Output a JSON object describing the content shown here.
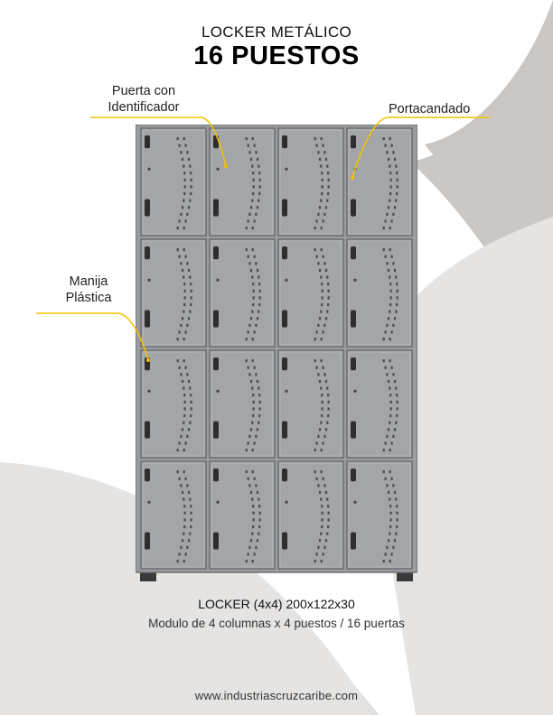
{
  "header": {
    "subtitle": "LOCKER METÁLICO",
    "title": "16 PUESTOS"
  },
  "callouts": {
    "door_id_line1": "Puerta con",
    "door_id_line2": "Identificador",
    "padlock": "Portacandado",
    "handle_line1": "Manija",
    "handle_line2": "Plástica"
  },
  "product": {
    "model": "LOCKER (4x4) 200x122x30",
    "description": "Modulo de 4 columnas x 4 puestos / 16 puertas"
  },
  "footer": {
    "website": "www.industriascruzcaribe.com"
  },
  "colors": {
    "accent": "#f2c200",
    "locker_body": "#9a9c9f",
    "door": "#a3a5a8",
    "background_shape": "#cfcdcb"
  },
  "locker_grid": {
    "columns": 4,
    "rows": 4
  }
}
